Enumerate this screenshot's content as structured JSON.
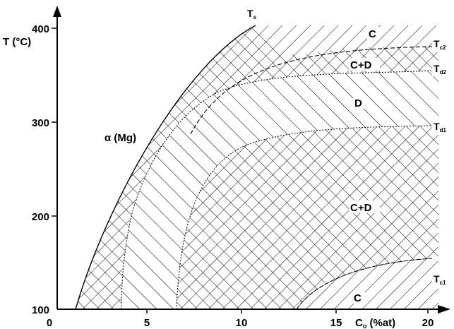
{
  "x_axis": {
    "label": "C",
    "label_sub": "o",
    "label_suffix": " (%at)",
    "ticks": [
      "0",
      "5",
      "10",
      "15",
      "20"
    ],
    "range": [
      0,
      21
    ]
  },
  "y_axis": {
    "label": "T (°C)",
    "ticks": [
      "100",
      "200",
      "300",
      "400"
    ],
    "range": [
      100,
      410
    ]
  },
  "regions": {
    "alpha": "α (Mg)",
    "c_top": "C",
    "cd_upper": "C+D",
    "d": "D",
    "cd_lower": "C+D",
    "c_bottom": "C"
  },
  "curves": {
    "ts": {
      "main": "T",
      "sub": "s"
    },
    "tc2": {
      "main": "T",
      "sub": "c2"
    },
    "td2": {
      "main": "T",
      "sub": "d2"
    },
    "td1": {
      "main": "T",
      "sub": "d1"
    },
    "tc1": {
      "main": "T",
      "sub": "c1"
    }
  }
}
